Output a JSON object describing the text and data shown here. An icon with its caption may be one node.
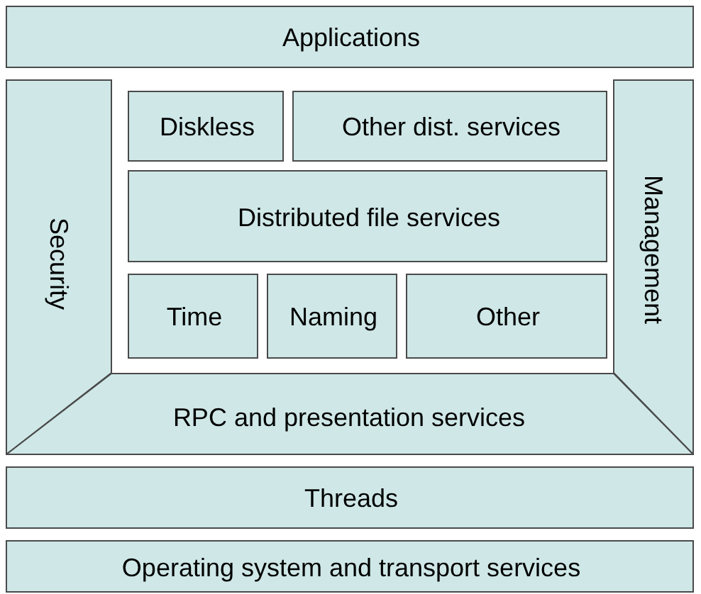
{
  "diagram": {
    "nodes": [
      {
        "text": [
          "Applications"
        ]
      },
      {
        "text": [
          "Security"
        ]
      },
      {
        "text": [
          "Diskless"
        ]
      },
      {
        "text": [
          "Other dist. services"
        ]
      },
      {
        "text": [
          "Management"
        ]
      },
      {
        "text": [
          "Distributed file services"
        ]
      },
      {
        "text": [
          "Time"
        ]
      },
      {
        "text": [
          "Naming"
        ]
      },
      {
        "text": [
          "Other"
        ]
      },
      {
        "text": [
          "RPC and presentation services"
        ]
      },
      {
        "text": [
          "Threads"
        ]
      },
      {
        "text": [
          "Operating system and transport services"
        ]
      }
    ]
  }
}
